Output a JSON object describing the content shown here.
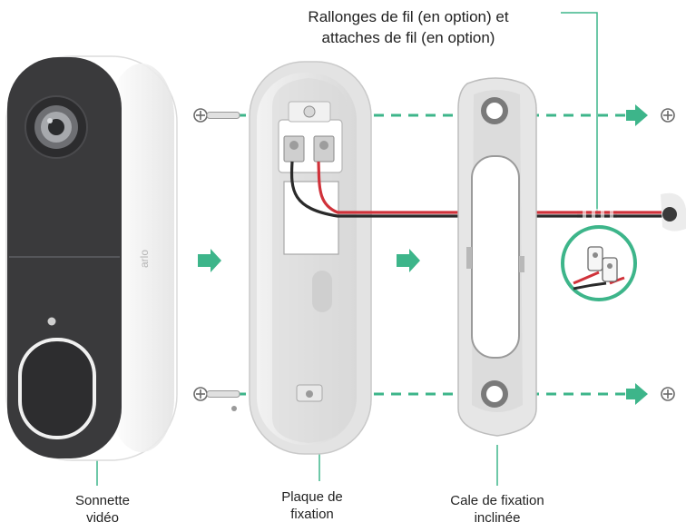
{
  "labels": {
    "extensions": [
      "Rallonges de fil (en option) et",
      "attaches de fil (en option)"
    ],
    "doorbell": [
      "Sonnette",
      "vidéo"
    ],
    "plate": [
      "Plaque de",
      "fixation"
    ],
    "wedge": [
      "Cale de fixation",
      "inclinée"
    ]
  },
  "brand_mark": "arlo",
  "colors": {
    "accent": "#3db58a",
    "wire_red": "#d0323a",
    "wire_black": "#2a2a2a",
    "device_dark": "#3a3a3c",
    "device_light": "#f4f4f4"
  },
  "icons": [
    "screw-icon",
    "arrow-right-icon",
    "connector-icon"
  ]
}
